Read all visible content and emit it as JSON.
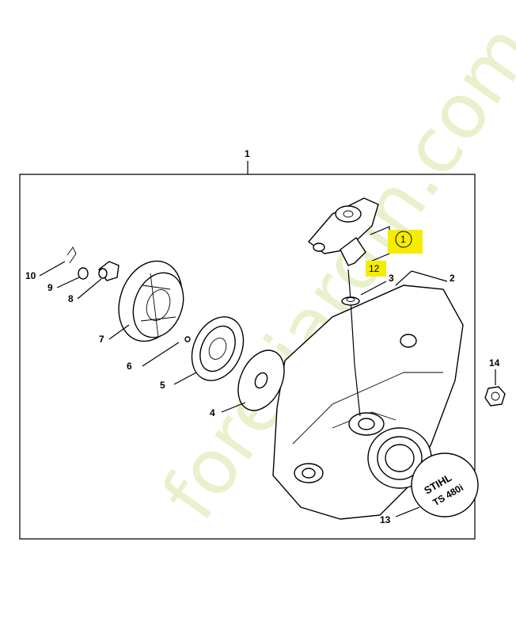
{
  "diagram": {
    "callouts": [
      {
        "id": "1",
        "text": "1"
      },
      {
        "id": "2",
        "text": "2"
      },
      {
        "id": "3",
        "text": "3"
      },
      {
        "id": "4",
        "text": "4"
      },
      {
        "id": "5",
        "text": "5"
      },
      {
        "id": "6",
        "text": "6"
      },
      {
        "id": "7",
        "text": "7"
      },
      {
        "id": "8",
        "text": "8"
      },
      {
        "id": "9",
        "text": "9"
      },
      {
        "id": "10",
        "text": "10"
      },
      {
        "id": "12",
        "text": "12"
      },
      {
        "id": "13",
        "text": "13"
      },
      {
        "id": "14",
        "text": "14"
      }
    ],
    "highlight_labels": {
      "handle": "1",
      "rope": "12"
    },
    "brand_logo_text": "STIHL",
    "model_text": "TS 480i",
    "watermark": "foretjardin.com",
    "colors": {
      "highlight": "#f5ec00",
      "watermark_green": "#d6e7a4",
      "watermark_orange": "#f4c690"
    }
  }
}
